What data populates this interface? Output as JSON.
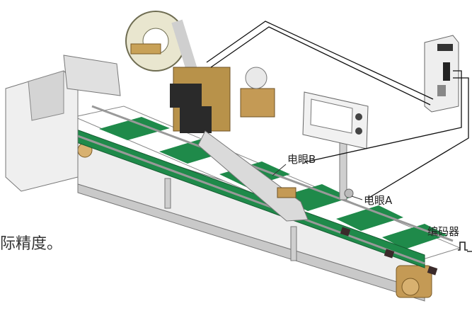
{
  "labels": {
    "sensor_b": "电眼B",
    "sensor_a": "电眼A",
    "encoder": "编码器",
    "side_text": "际精度。"
  },
  "icons": {
    "pulse": "square-pulse-icon"
  },
  "colors": {
    "belt_green": "#1f8a4a",
    "brass": "#b8924a",
    "frame_gray": "#e6e6e6",
    "line": "#111111"
  }
}
